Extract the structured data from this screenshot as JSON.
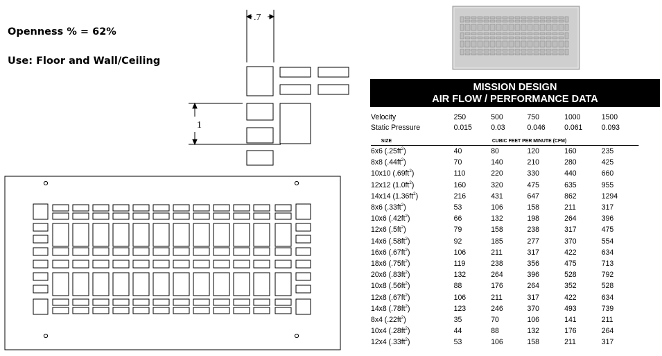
{
  "specs": {
    "openness": "Openness % = 62%",
    "use": "Use: Floor and Wall/Ceiling"
  },
  "dimensions": {
    "width_label": ".7",
    "height_label": "1"
  },
  "table": {
    "title_line1": "MISSION DESIGN",
    "title_line2": "AIR FLOW / PERFORMANCE DATA",
    "velocity_label": "Velocity",
    "velocity": [
      "250",
      "500",
      "750",
      "1000",
      "1500"
    ],
    "static_label": "Static Pressure",
    "static": [
      "0.015",
      "0.03",
      "0.046",
      "0.061",
      "0.093"
    ],
    "size_header": "SIZE",
    "cfm_header": "CUBIC FEET PER MINUTE (CFM)",
    "rows": [
      {
        "size": "6x6 (.25ft",
        "sup": "2",
        "close": ")",
        "values": [
          "40",
          "80",
          "120",
          "160",
          "235"
        ]
      },
      {
        "size": "8x8 (.44ft",
        "sup": "2",
        "close": ")",
        "values": [
          "70",
          "140",
          "210",
          "280",
          "425"
        ]
      },
      {
        "size": "10x10 (.69ft",
        "sup": "2",
        "close": ")",
        "values": [
          "110",
          "220",
          "330",
          "440",
          "660"
        ]
      },
      {
        "size": "12x12 (1.0ft",
        "sup": "2",
        "close": ")",
        "values": [
          "160",
          "320",
          "475",
          "635",
          "955"
        ]
      },
      {
        "size": "14x14 (1.36ft",
        "sup": "2",
        "close": ")",
        "values": [
          "216",
          "431",
          "647",
          "862",
          "1294"
        ]
      },
      {
        "size": "8x6 (.33ft",
        "sup": "2",
        "close": ")",
        "values": [
          "53",
          "106",
          "158",
          "211",
          "317"
        ]
      },
      {
        "size": "10x6 (.42ft",
        "sup": "2",
        "close": ")",
        "values": [
          "66",
          "132",
          "198",
          "264",
          "396"
        ]
      },
      {
        "size": "12x6 (.5ft",
        "sup": "2",
        "close": ")",
        "values": [
          "79",
          "158",
          "238",
          "317",
          "475"
        ]
      },
      {
        "size": "14x6 (.58ft",
        "sup": "2",
        "close": ")",
        "values": [
          "92",
          "185",
          "277",
          "370",
          "554"
        ]
      },
      {
        "size": "16x6 (.67ft",
        "sup": "2",
        "close": ")",
        "values": [
          "106",
          "211",
          "317",
          "422",
          "634"
        ]
      },
      {
        "size": "18x6 (.75ft",
        "sup": "2",
        "close": ")",
        "values": [
          "119",
          "238",
          "356",
          "475",
          "713"
        ]
      },
      {
        "size": "20x6 (.83ft",
        "sup": "2",
        "close": ")",
        "values": [
          "132",
          "264",
          "396",
          "528",
          "792"
        ]
      },
      {
        "size": "10x8 (.56ft",
        "sup": "2",
        "close": ")",
        "values": [
          "88",
          "176",
          "264",
          "352",
          "528"
        ]
      },
      {
        "size": "12x8 (.67ft",
        "sup": "2",
        "close": ")",
        "values": [
          "106",
          "211",
          "317",
          "422",
          "634"
        ]
      },
      {
        "size": "14x8 (.78ft",
        "sup": "2",
        "close": ")",
        "values": [
          "123",
          "246",
          "370",
          "493",
          "739"
        ]
      },
      {
        "size": "8x4 (.22ft",
        "sup": "2",
        "close": ")",
        "values": [
          "35",
          "70",
          "106",
          "141",
          "211"
        ]
      },
      {
        "size": "10x4 (.28ft",
        "sup": "2",
        "close": ")",
        "values": [
          "44",
          "88",
          "132",
          "176",
          "264"
        ]
      },
      {
        "size": "12x4 (.33ft",
        "sup": "2",
        "close": ")",
        "values": [
          "53",
          "106",
          "158",
          "211",
          "317"
        ]
      }
    ]
  },
  "colors": {
    "header_bg": "#000000",
    "photo_grille": "#cfcfcf"
  }
}
